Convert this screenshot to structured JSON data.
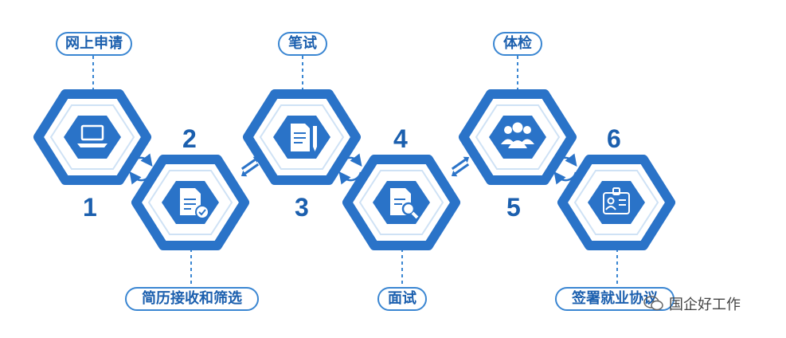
{
  "steps": [
    {
      "number": "1",
      "label": "网上申请",
      "icon": "laptop-icon"
    },
    {
      "number": "2",
      "label": "简历接收和筛选",
      "icon": "document-check-icon"
    },
    {
      "number": "3",
      "label": "笔试",
      "icon": "document-pen-icon"
    },
    {
      "number": "4",
      "label": "面试",
      "icon": "document-search-icon"
    },
    {
      "number": "5",
      "label": "体检",
      "icon": "group-people-icon"
    },
    {
      "number": "6",
      "label": "签署就业协议",
      "icon": "id-badge-icon"
    }
  ],
  "colors": {
    "primary": "#1b5fae",
    "accent": "#3a86d2",
    "hex_fill": "#2a73c8",
    "line": "#7fb0de"
  },
  "watermark": {
    "text": "国企好工作",
    "icon": "wechat-icon"
  }
}
